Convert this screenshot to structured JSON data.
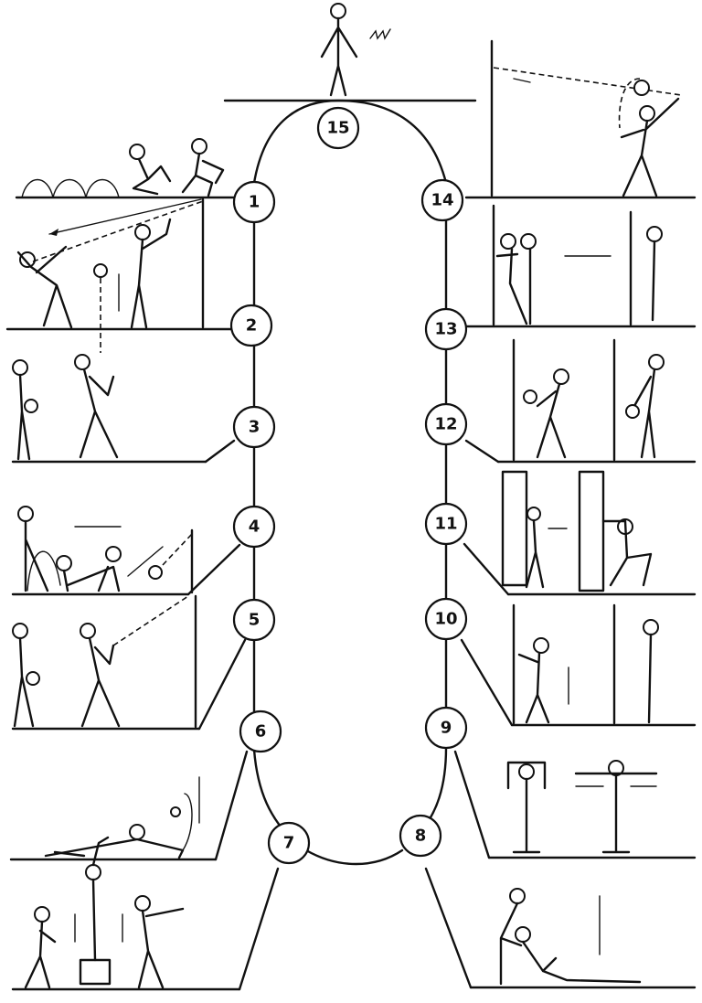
{
  "stations": [
    {
      "id": 1,
      "label": "1"
    },
    {
      "id": 2,
      "label": "2"
    },
    {
      "id": 3,
      "label": "3"
    },
    {
      "id": 4,
      "label": "4"
    },
    {
      "id": 5,
      "label": "5"
    },
    {
      "id": 6,
      "label": "6"
    },
    {
      "id": 7,
      "label": "7"
    },
    {
      "id": 8,
      "label": "8"
    },
    {
      "id": 9,
      "label": "9"
    },
    {
      "id": 10,
      "label": "10"
    },
    {
      "id": 11,
      "label": "11"
    },
    {
      "id": 12,
      "label": "12"
    },
    {
      "id": 13,
      "label": "13"
    },
    {
      "id": 14,
      "label": "14"
    },
    {
      "id": 15,
      "label": "15"
    }
  ],
  "colors": {
    "ink": "#111111",
    "paper": "#ffffff"
  }
}
